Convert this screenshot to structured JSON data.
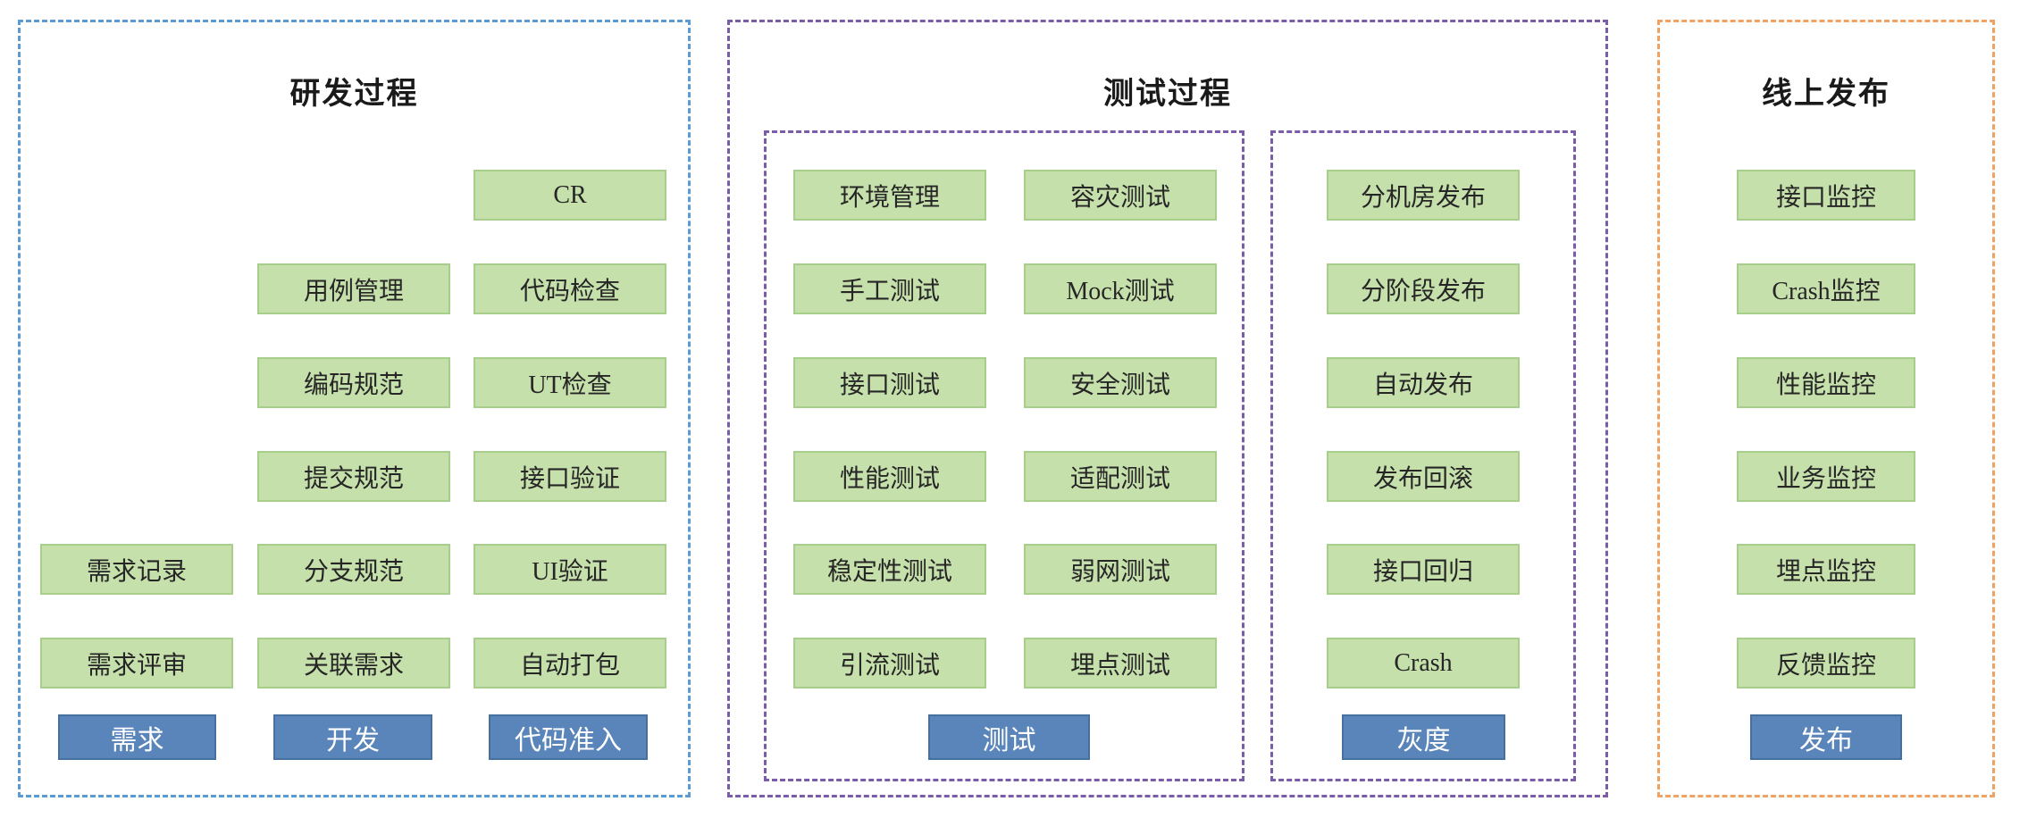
{
  "diagram": {
    "panels": {
      "dev": {
        "title": "研发过程",
        "columns": [
          [
            "需求记录",
            "需求评审"
          ],
          [
            "用例管理",
            "编码规范",
            "提交规范",
            "分支规范",
            "关联需求"
          ],
          [
            "CR",
            "代码检查",
            "UT检查",
            "接口验证",
            "UI验证",
            "自动打包"
          ]
        ],
        "stages": [
          "需求",
          "开发",
          "代码准入"
        ]
      },
      "test": {
        "title": "测试过程",
        "group_test": {
          "columns": [
            [
              "环境管理",
              "手工测试",
              "接口测试",
              "性能测试",
              "稳定性测试",
              "引流测试"
            ],
            [
              "容灾测试",
              "Mock测试",
              "安全测试",
              "适配测试",
              "弱网测试",
              "埋点测试"
            ]
          ],
          "stage": "测试"
        },
        "group_gray": {
          "column": [
            "分机房发布",
            "分阶段发布",
            "自动发布",
            "发布回滚",
            "接口回归",
            "Crash"
          ],
          "stage": "灰度"
        }
      },
      "release": {
        "title": "线上发布",
        "column": [
          "接口监控",
          "Crash监控",
          "性能监控",
          "业务监控",
          "埋点监控",
          "反馈监控"
        ],
        "stage": "发布"
      }
    },
    "colors": {
      "task_fill": "#C6E0AC",
      "task_border": "#A8CE8C",
      "stage_fill": "#5A85BA",
      "stage_border": "#46719F",
      "dev_panel_border": "#5B9BD5",
      "test_panel_border": "#7B5CA8",
      "release_panel_border": "#F0A263"
    }
  }
}
